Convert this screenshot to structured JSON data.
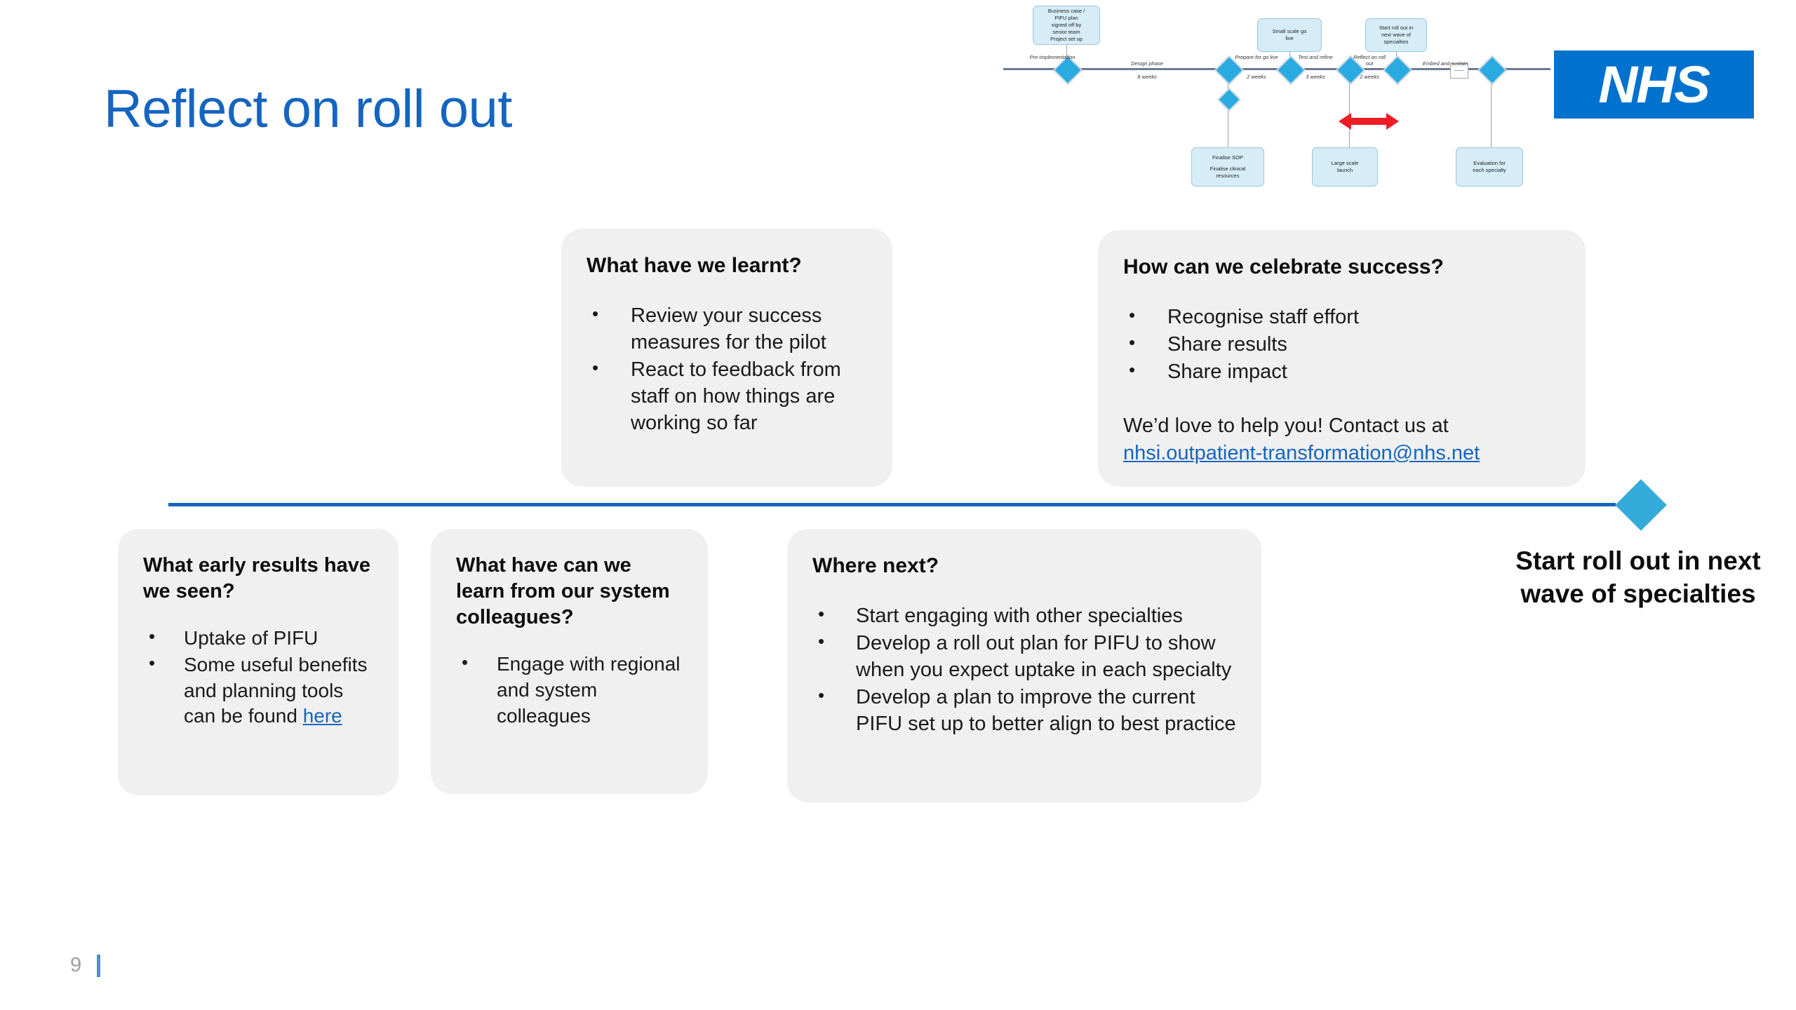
{
  "slide": {
    "title": "Reflect on roll out",
    "number": "9"
  },
  "logo": {
    "text": "NHS",
    "background_color": "#0072CE",
    "text_color": "#FFFFFF"
  },
  "timeline_thumbnail": {
    "phases": [
      {
        "label": "Pre-implementation",
        "duration": ""
      },
      {
        "label": "Design phase",
        "duration": "8 weeks"
      },
      {
        "label": "Prepare for go live",
        "duration": "2 weeks"
      },
      {
        "label": "Test and refine",
        "duration": "3 weeks"
      },
      {
        "label": "Reflect on roll out",
        "duration": "2 weeks"
      },
      {
        "label": "Embed and sustain",
        "duration": ""
      }
    ],
    "boxes_above": [
      {
        "line1": "Business case /",
        "line2": "PIFU plan",
        "line3": "signed off by",
        "line4": "senior team",
        "line5": "Project set up"
      },
      {
        "line1": "Small scale go",
        "line2": "live"
      },
      {
        "line1": "Start roll out in",
        "line2": "next wave of",
        "line3": "specialties"
      }
    ],
    "boxes_below": [
      {
        "line1": "Finalise SOP",
        "line2": "Finalise clinical",
        "line3": "resources"
      },
      {
        "line1": "Large scale",
        "line2": "launch"
      },
      {
        "line1": "Evaluation for",
        "line2": "each specialty"
      }
    ],
    "highlight_arrow_color": "#EE1C25",
    "diamond_color": "#29ABE2",
    "box_color": "#D6ECF7"
  },
  "cards": {
    "learnt": {
      "heading": "What have we learnt?",
      "bullets": [
        "Review your success measures for the pilot",
        "React to feedback from staff on how things are working so far"
      ]
    },
    "celebrate": {
      "heading": "How can we celebrate success?",
      "bullets": [
        "Recognise staff effort",
        "Share results",
        "Share impact"
      ],
      "note_prefix": "We’d love to help you! Contact us at",
      "email": "nhsi.outpatient-transformation@nhs.net"
    },
    "early_results": {
      "heading": "What early results have we seen?",
      "bullet_1": "Uptake of PIFU",
      "bullet_2_prefix": "Some useful benefits and planning tools can be found ",
      "bullet_2_link": "here"
    },
    "system_colleagues": {
      "heading": "What have can we learn from our system colleagues?",
      "bullets": [
        "Engage with regional and system colleagues"
      ]
    },
    "where_next": {
      "heading": "Where next?",
      "bullets": [
        "Start engaging with other specialties",
        "Develop a roll out plan for PIFU to show when you expect uptake in each specialty",
        "Develop a plan to improve the current PIFU set up to better align to best practice"
      ]
    }
  },
  "milestone": {
    "caption": "Start roll out in next wave of specialties",
    "diamond_color": "#35ABDC",
    "rule_color": "#1565C0"
  },
  "colors": {
    "title_blue": "#1565C0",
    "card_background": "#F0F0F0",
    "link_blue": "#1565C0"
  }
}
